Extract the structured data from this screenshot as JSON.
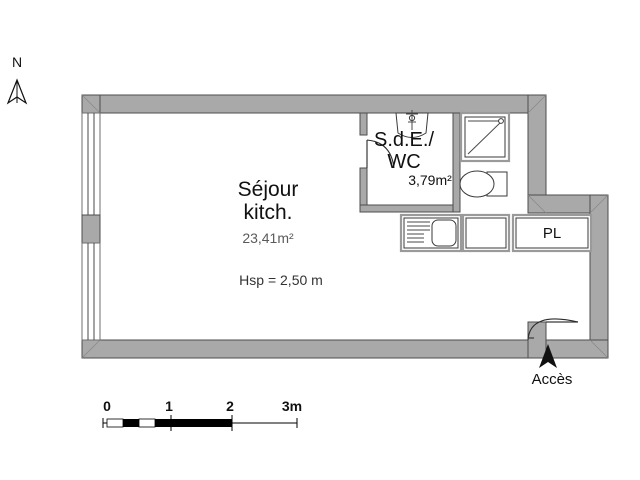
{
  "plan": {
    "title_rooms": {
      "living": {
        "name_line1": "Séjour",
        "name_line2": "kitch.",
        "area": "23,41m²",
        "height_note": "Hsp = 2,50 m"
      },
      "bathroom": {
        "name_line1": "S.d.E./",
        "name_line2": "WC",
        "area": "3,79m²"
      },
      "closet": {
        "name": "PL"
      }
    },
    "entrance": {
      "label": "Accès",
      "icon": "up-arrow-icon"
    },
    "compass": {
      "label": "N",
      "icon": "north-arrow-icon"
    },
    "scale_bar": {
      "ticks": [
        "0",
        "1",
        "2",
        "3m"
      ],
      "unit": "m"
    },
    "colors": {
      "wall_fill": "#a9a9a9",
      "wall_stroke": "#4d4d4d",
      "text": "#111111",
      "area_text": "#5a5a5a",
      "background": "#ffffff"
    },
    "fixtures": [
      {
        "name": "washbasin",
        "room": "bathroom"
      },
      {
        "name": "shower-tray",
        "room": "bathroom"
      },
      {
        "name": "toilet",
        "room": "bathroom"
      },
      {
        "name": "kitchen-sink",
        "room": "living"
      },
      {
        "name": "cabinet",
        "room": "living"
      }
    ]
  }
}
